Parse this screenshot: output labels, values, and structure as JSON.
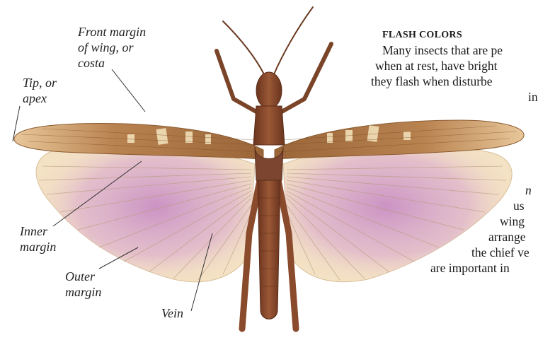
{
  "labels": {
    "front_margin": "Front margin\nof wing, or\ncosta",
    "tip": "Tip, or\napex",
    "inner_margin": "Inner\nmargin",
    "outer_margin": "Outer\nmargin",
    "vein": "Vein"
  },
  "sidebar": {
    "heading": "FLASH COLORS",
    "lines": [
      "Many insects that are pe",
      "when at rest, have bright",
      "they flash when disturbe",
      "in",
      "n",
      "us",
      "wing",
      "arrange",
      "the chief ve",
      "are important in"
    ]
  },
  "colors": {
    "forewing": "#b98350",
    "hindwing": "#f4e2c4",
    "wing_flush": "#c98fc4",
    "body": "#8a4a2c"
  }
}
